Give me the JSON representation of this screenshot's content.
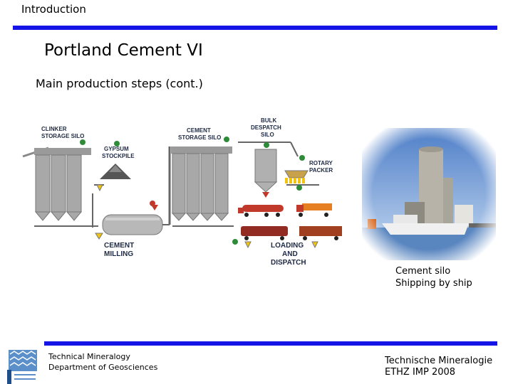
{
  "header": {
    "section": "Introduction",
    "title": "Portland Cement VI",
    "subtitle": "Main production steps (cont.)"
  },
  "diagram": {
    "labels": {
      "clinker_silo": [
        "CLINKER",
        "STORAGE SILO"
      ],
      "gypsum": [
        "GYPSUM",
        "STOCKPILE"
      ],
      "cement_silo": [
        "CEMENT",
        "STORAGE SILO"
      ],
      "bulk_despatch": [
        "BULK",
        "DESPATCH",
        "SILO"
      ],
      "rotary_packer": [
        "ROTARY",
        "PACKER"
      ],
      "cement_milling": [
        "CEMENT",
        "MILLING"
      ],
      "loading": [
        "LOADING",
        "AND",
        "DISPATCH"
      ]
    }
  },
  "photo": {
    "caption_line1": "Cement silo",
    "caption_line2": "Shipping by ship"
  },
  "footer": {
    "left_line1": "Technical Mineralogy",
    "left_line2": "Department of Geosciences",
    "right_line1": "Technische Mineralogie",
    "right_line2": "ETHZ IMP 2008"
  },
  "colors": {
    "accent_bar": "#1414e6",
    "silo_fill": "#a8a8a8",
    "label_text": "#1f2a44",
    "indicator_green": "#2e8b3a",
    "indicator_red": "#c0392b"
  }
}
